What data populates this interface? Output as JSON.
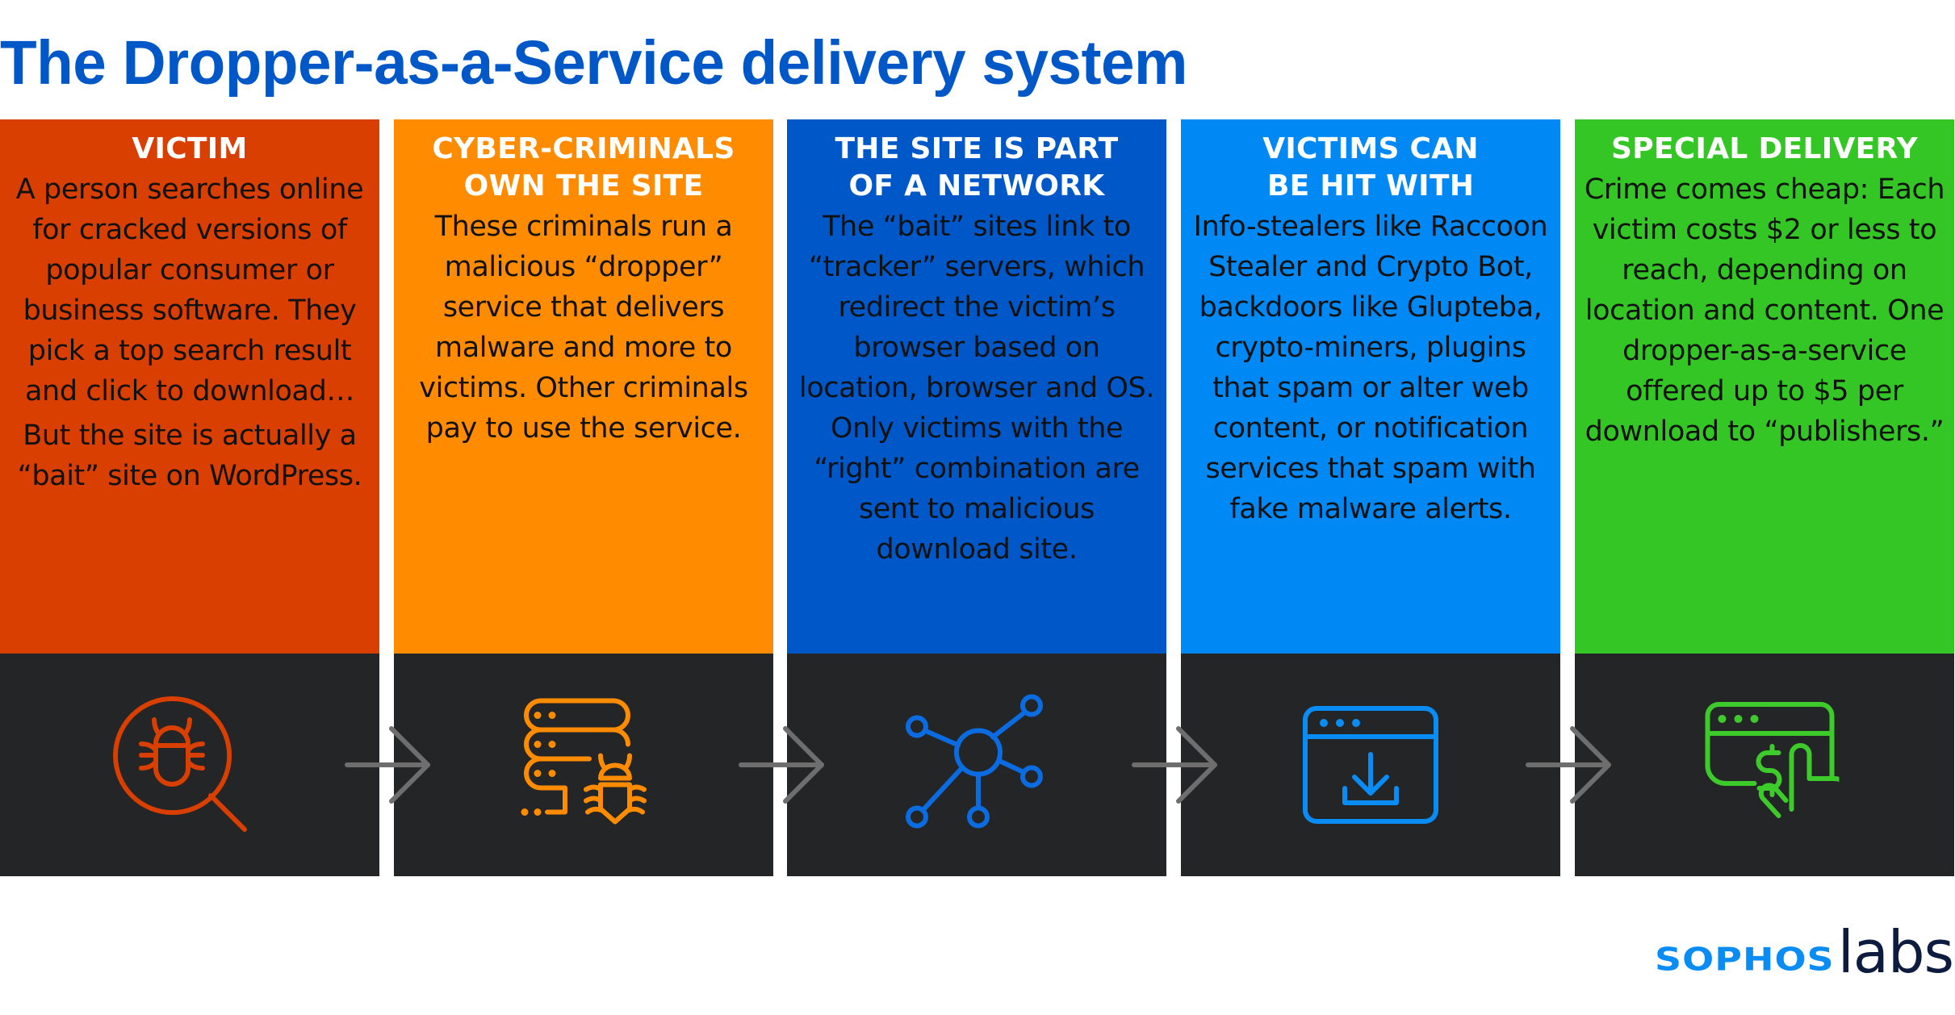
{
  "title": "The Dropper-as-a-Service delivery system",
  "colors": {
    "title": "#0058C8",
    "panel_bottom": "#242527",
    "arrow": "#6E6E6E",
    "logo_sophos": "#0A8CF5",
    "logo_labs": "#0C1B3E"
  },
  "panels": [
    {
      "heading": [
        "VICTIM"
      ],
      "paragraphs": [
        "A person searches online for cracked versions of popular consumer or business software. They pick a top search result and click to download…",
        "But the site is actually  a “bait” site on WordPress."
      ],
      "color": "#D83F00",
      "icon": "bug-magnifier-icon"
    },
    {
      "heading": [
        "CYBER-CRIMINALS",
        "OWN THE SITE"
      ],
      "paragraphs": [
        "These criminals run a malicious “dropper” service that delivers malware and more to victims. Other criminals pay to use the service."
      ],
      "color": "#FF8C00",
      "icon": "server-bug-icon"
    },
    {
      "heading": [
        "THE SITE IS PART",
        "OF A NETWORK"
      ],
      "paragraphs": [
        "The “bait” sites link to “tracker” servers, which redirect the victim’s browser based on location, browser and OS. Only victims with the “right” combination are sent to malicious download site."
      ],
      "color": "#0058C8",
      "icon": "network-hub-icon"
    },
    {
      "heading": [
        "VICTIMS CAN",
        "BE HIT WITH"
      ],
      "paragraphs": [
        "Info-stealers like Raccoon Stealer and Crypto Bot, backdoors like Glupteba, crypto-miners, plugins that spam or alter web content, or notification services that spam with fake malware alerts."
      ],
      "color": "#0088F5",
      "icon": "browser-download-icon"
    },
    {
      "heading": [
        "SPECIAL DELIVERY"
      ],
      "paragraphs": [
        "Crime comes cheap: Each victim costs $2 or less to reach, depending on location and content. One dropper-as-a-service offered up to $5 per download to “publishers.”"
      ],
      "color": "#33C624",
      "icon": "browser-payment-click-icon"
    }
  ],
  "logo": {
    "brand": "SOPHOS",
    "suffix": "labs"
  }
}
